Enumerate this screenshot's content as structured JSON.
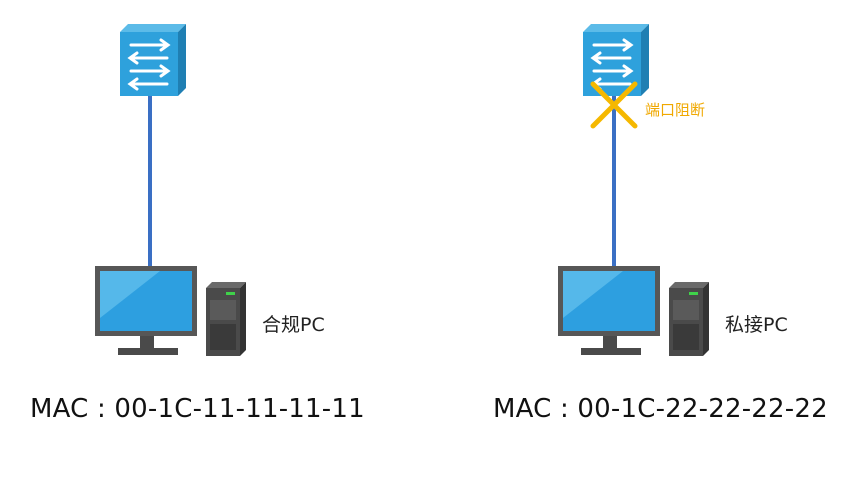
{
  "colors": {
    "switch_face": "#2ea1dc",
    "switch_side": "#1f7fb3",
    "link": "#3a6fc4",
    "block_mark": "#f5b800",
    "monitor_frame": "#575757",
    "monitor_screen": "#2d9fe0",
    "tower": "#4a4a4a",
    "led": "#3fd24a"
  },
  "left": {
    "pc_label": "合规PC",
    "mac_label": "MAC : 00-1C-11-11-11-11"
  },
  "right": {
    "pc_label": "私接PC",
    "mac_label": "MAC : 00-1C-22-22-22-22",
    "blocked_label": "端口阻断"
  }
}
